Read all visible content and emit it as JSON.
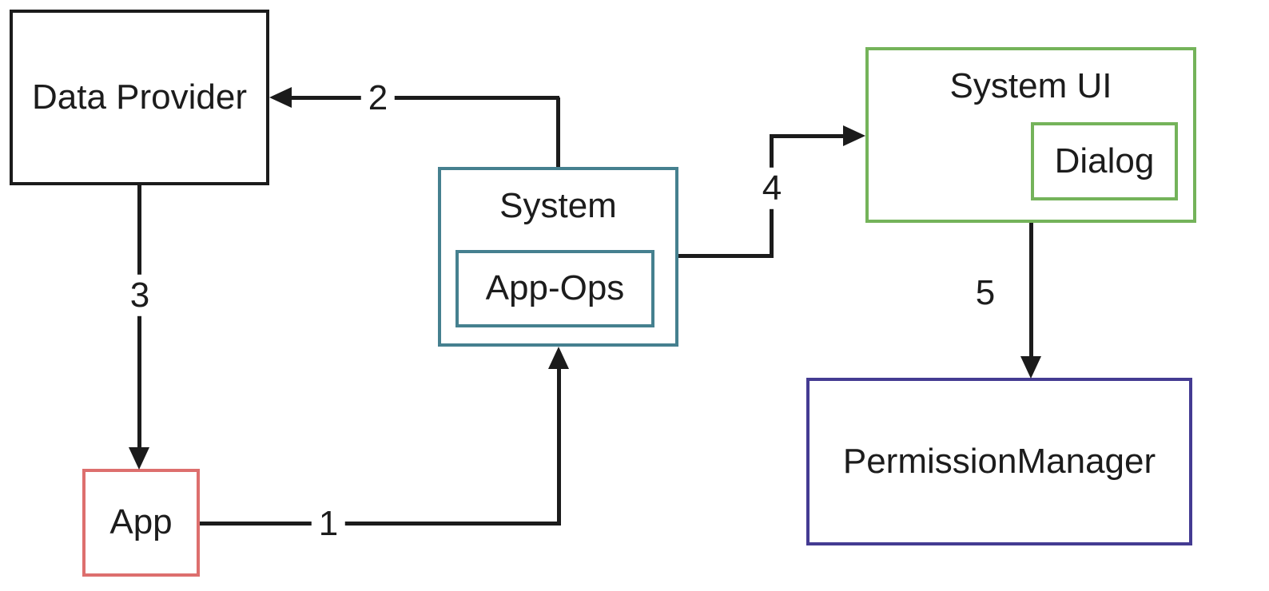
{
  "diagram": {
    "background": "#ffffff",
    "line_color": "#1b1b1b",
    "text_color": "#1c1c1c",
    "nodes": {
      "data_provider": {
        "label": "Data Provider",
        "border_color": "#1b1b1b"
      },
      "system": {
        "label": "System",
        "border_color": "#45808f"
      },
      "app_ops": {
        "label": "App-Ops",
        "border_color": "#45808f"
      },
      "system_ui": {
        "label": "System UI",
        "border_color": "#74b35a"
      },
      "dialog": {
        "label": "Dialog",
        "border_color": "#74b35a"
      },
      "app": {
        "label": "App",
        "border_color": "#dd6f6e"
      },
      "permission_manager": {
        "label": "PermissionManager",
        "border_color": "#443b92"
      }
    },
    "edges": [
      {
        "label": "1",
        "from": "app",
        "to": "system"
      },
      {
        "label": "2",
        "from": "system",
        "to": "data_provider"
      },
      {
        "label": "3",
        "from": "data_provider",
        "to": "app"
      },
      {
        "label": "4",
        "from": "system",
        "to": "system_ui"
      },
      {
        "label": "5",
        "from": "system_ui",
        "to": "permission_manager"
      }
    ]
  }
}
